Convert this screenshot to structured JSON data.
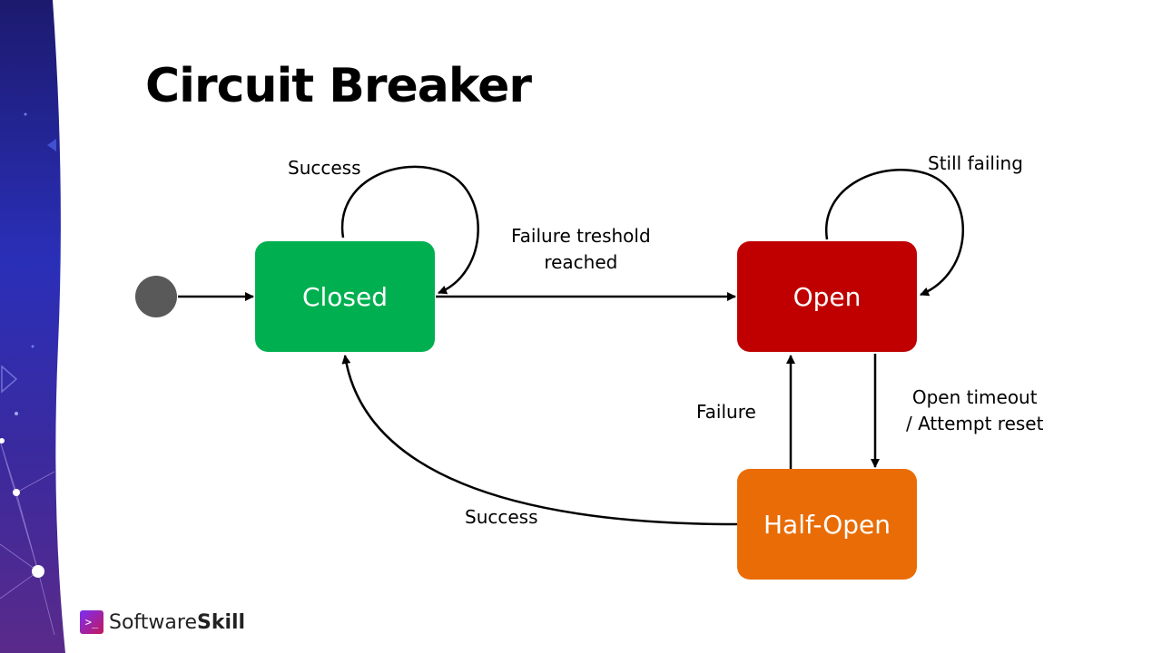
{
  "slide": {
    "title": "Circuit Breaker"
  },
  "states": {
    "closed": {
      "label": "Closed",
      "color": "#00b050"
    },
    "open": {
      "label": "Open",
      "color": "#c00000"
    },
    "half_open": {
      "label": "Half-Open",
      "color": "#e96c06"
    }
  },
  "initial_state_color": "#595959",
  "transitions": {
    "closed_self": "Success",
    "closed_to_open": [
      "Failure treshold",
      "reached"
    ],
    "open_self": "Still failing",
    "open_to_half": [
      "Open timeout",
      "/ Attempt reset"
    ],
    "half_to_open": "Failure",
    "half_to_closed": "Success"
  },
  "logo": {
    "mark": ">_",
    "text_light": "Software",
    "text_bold": "Skill"
  }
}
